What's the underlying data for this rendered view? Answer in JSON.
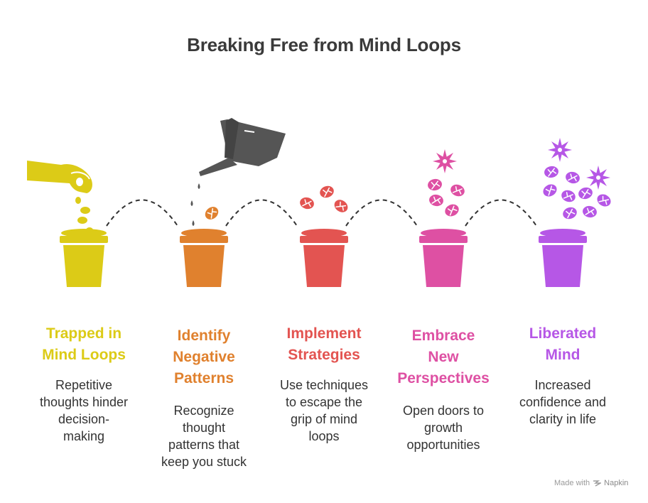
{
  "title": "Breaking Free from Mind Loops",
  "steps": [
    {
      "title_lines": [
        "Trapped in",
        "Mind Loops"
      ],
      "desc_lines": [
        "Repetitive",
        "thoughts hinder",
        "decision-",
        "making"
      ],
      "color": "#dccb17"
    },
    {
      "title_lines": [
        "Identify",
        "Negative",
        "Patterns"
      ],
      "desc_lines": [
        "Recognize",
        "thought",
        "patterns that",
        "keep you stuck"
      ],
      "color": "#e0812e"
    },
    {
      "title_lines": [
        "Implement",
        "Strategies"
      ],
      "desc_lines": [
        "Use techniques",
        "to escape the",
        "grip of mind",
        "loops"
      ],
      "color": "#e35451"
    },
    {
      "title_lines": [
        "Embrace",
        "New",
        "Perspectives"
      ],
      "desc_lines": [
        "Open doors to",
        "growth",
        "opportunities"
      ],
      "color": "#de50a3"
    },
    {
      "title_lines": [
        "Liberated",
        "Mind"
      ],
      "desc_lines": [
        "Increased",
        "confidence and",
        "clarity in life"
      ],
      "color": "#b657e6"
    }
  ],
  "footer": {
    "made_with": "Made with",
    "brand": "Napkin"
  },
  "icons": [
    "hand-seeds-icon",
    "watering-can-icon",
    "leaf-icon",
    "flower-icon",
    "pot-icon",
    "napkin-logo-icon"
  ]
}
